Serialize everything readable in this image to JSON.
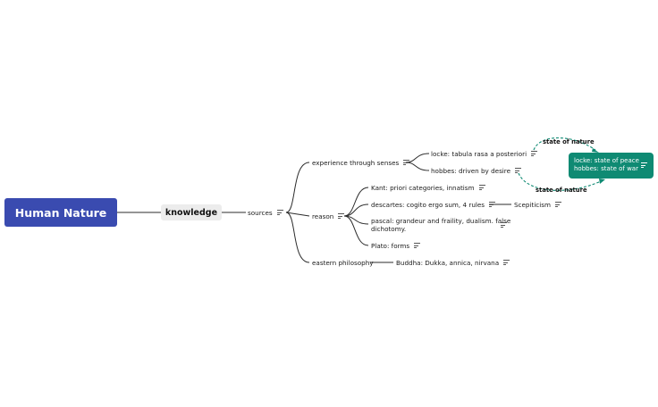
{
  "root": {
    "label": "Human Nature"
  },
  "main_topic": {
    "label": "knowledge"
  },
  "branch": {
    "label": "sources"
  },
  "experience": {
    "label": "experience through senses",
    "children": [
      {
        "label": "locke: tabula rasa a posteriori"
      },
      {
        "label": "hobbes: driven by desire"
      }
    ]
  },
  "reason": {
    "label": "reason",
    "children": [
      {
        "label": "Kant: priori categories, innatism"
      },
      {
        "label": "descartes: cogito ergo sum, 4 rules",
        "child": "Scepiticism"
      },
      {
        "label_line1": "pascal: grandeur and fraility, dualism. false",
        "label_line2": "dichotomy."
      },
      {
        "label": "Plato: forms"
      }
    ]
  },
  "eastern": {
    "label": "eastern philosophy",
    "child": "Buddha: Dukka, annica, nirvana"
  },
  "callout": {
    "line1": "locke: state of peace",
    "line2": "hobbes: state of war"
  },
  "relationships": [
    {
      "label": "state of nature"
    },
    {
      "label": "state of nature"
    }
  ],
  "colors": {
    "root": "#3a4bb0",
    "main_topic": "#ececec",
    "callout": "#0f8a73",
    "relationship": "#0f8a73",
    "connector": "#2b2b2b"
  }
}
